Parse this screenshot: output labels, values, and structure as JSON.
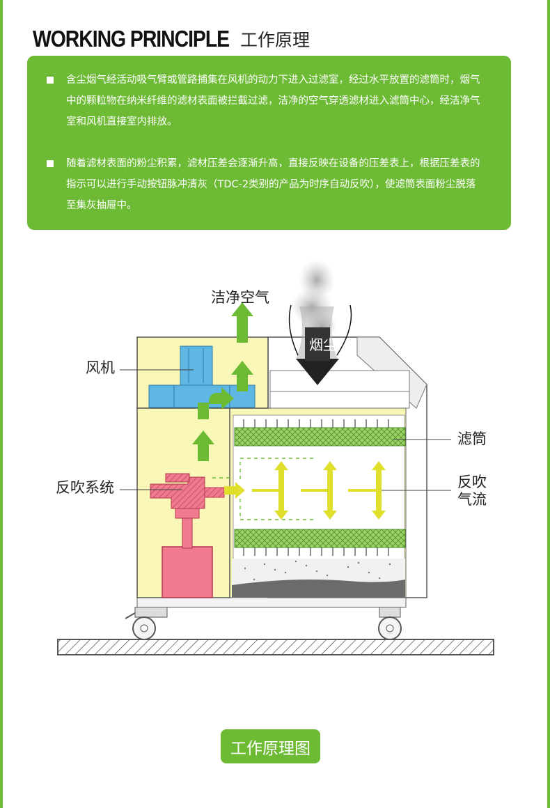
{
  "header": {
    "title_en": "WORKING PRINCIPLE",
    "title_cn": "工作原理"
  },
  "intro": {
    "paragraphs": [
      "含尘烟气经活动吸气臂或管路捕集在风机的动力下进入过滤室，经过水平放置的滤筒时，烟气中的颗粒物在纳米纤维的滤材表面被拦截过滤，洁净的空气穿透滤材进入滤筒中心，经洁净气室和风机直接室内排放。",
      "随着滤材表面的粉尘积累，滤材压差会逐渐升高，直接反映在设备的压差表上，根据压差表的指示可以进行手动按钮脉冲清灰（TDC-2类别的产品为时序自动反吹），使滤筒表面粉尘脱落至集灰抽屉中。"
    ]
  },
  "diagram": {
    "labels": {
      "clean_air": "洁净空气",
      "fan": "风机",
      "smoke_dust": "烟尘",
      "filter": "滤筒",
      "reverse_system": "反吹系统",
      "reverse_airflow": "反吹气流"
    },
    "colors": {
      "accent_green": "#6dbb35",
      "clean_chamber": "#f8f7b8",
      "fan": "#5fb8e3",
      "valve": "#f07a8e",
      "pulse_arrow": "#e0df2c",
      "filter_mesh": "#9fd166"
    }
  },
  "caption": "工作原理图"
}
